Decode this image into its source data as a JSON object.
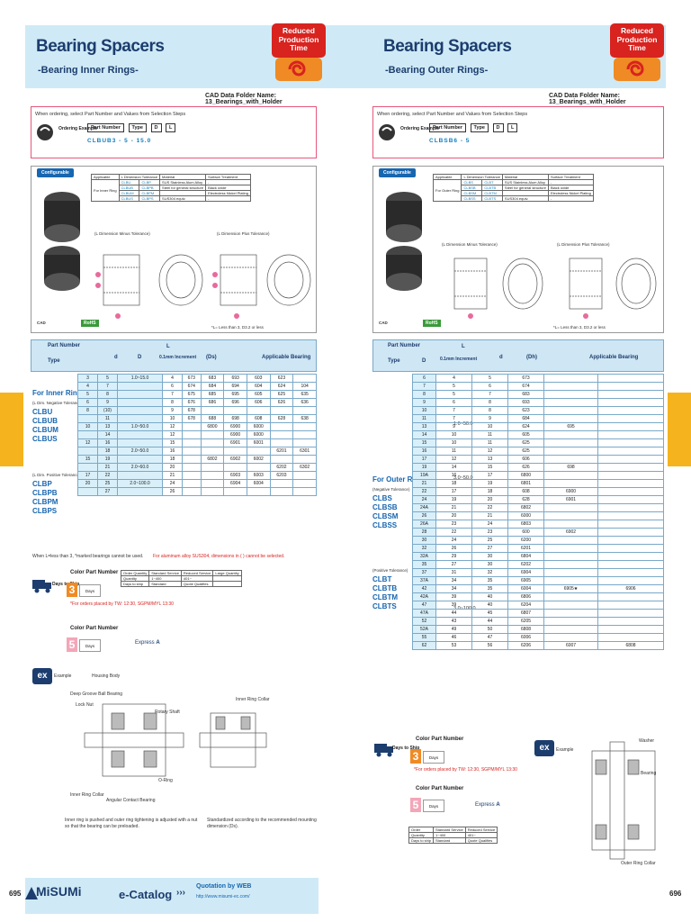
{
  "badge_text": "Reduced\nProduction\nTime",
  "cad_folder": "CAD Data Folder Name: 13_Bearings_with_Holder",
  "ordering_note": "When ordering, select Part Number and Values from Selection Steps",
  "ordering_label": "Ordering Example",
  "part_number_label": "Part Number",
  "cad_label": "CAD",
  "rohs": "RoHS",
  "configurable": "Configurable",
  "applicable_bearing": "Applicable Bearing",
  "increment": "0.1mm Increment",
  "color_part_number": "Color Part Number",
  "days_to_ship": "Days to Ship",
  "days": "Days",
  "express": "Express",
  "express_code": "A",
  "order_quantity": "Order Quantity",
  "days_of_ship": "Days to ship",
  "example": "Example",
  "left": {
    "title": "Bearing Spacers",
    "subtitle": "-Bearing Inner Rings-",
    "example_parts": [
      "CLBUB3",
      "5",
      "15.0"
    ],
    "pn_parts": [
      "Type",
      "D",
      "L"
    ],
    "spec_headers": [
      "Applicable",
      "L Dimension Tolerance",
      "Material",
      "Surface Treatment"
    ],
    "spec_rows": [
      [
        "CLBU",
        "CLBP",
        "SUS Stainless Alum Alloy",
        "-"
      ],
      [
        "CLBUB",
        "CLBPB",
        "Steel for general structure",
        "Black oxide"
      ],
      [
        "CLBUM",
        "CLBPM",
        "",
        "Electroless Nickel Plating"
      ],
      [
        "CLBUS",
        "CLBPS",
        "SUS304 equiv.",
        "-"
      ]
    ],
    "for_inner_ring": "For Inner Ring",
    "dim_minus": "(L Dimension Minus Tolerance)",
    "dim_plus": "(L Dimension Plus Tolerance)",
    "diagram_footnote": "*L= Less than 3, D3.2 or less",
    "groups": [
      {
        "title": "For Inner Ring",
        "note": "(L Dim. Negative Tolerance)",
        "types": [
          "CLBU",
          "CLBUB",
          "CLBUM",
          "CLBUS"
        ]
      },
      {
        "title": "",
        "note": "(L Dim. Positive Tolerance)",
        "types": [
          "CLBP",
          "CLBPB",
          "CLBPM",
          "CLBPS"
        ]
      }
    ],
    "table_headers": [
      "Part Number",
      "Type",
      "d",
      "D",
      "L",
      "(Ds)"
    ],
    "rows": [
      [
        "3",
        "5",
        "1.0~15.0",
        "4",
        "673",
        "683",
        "693",
        "603",
        "623",
        ""
      ],
      [
        "4",
        "7",
        "",
        "6",
        "674",
        "684",
        "694",
        "604",
        "624",
        "104"
      ],
      [
        "5",
        "8",
        "",
        "7",
        "675",
        "685",
        "695",
        "605",
        "625",
        "635"
      ],
      [
        "6",
        "9",
        "",
        "8",
        "676",
        "686",
        "696",
        "606",
        "626",
        "636"
      ],
      [
        "8",
        "(10)",
        "",
        "9",
        "678",
        "",
        "",
        "",
        "",
        ""
      ],
      [
        "",
        "11",
        "",
        "10",
        "678",
        "688",
        "698",
        "608",
        "628",
        "638"
      ],
      [
        "10",
        "13",
        "1.0~50.0",
        "12",
        "",
        "6800",
        "6900",
        "6000",
        "",
        ""
      ],
      [
        "",
        "14",
        "",
        "12",
        "",
        "",
        "6900",
        "6000",
        "",
        ""
      ],
      [
        "12",
        "16",
        "",
        "15",
        "",
        "",
        "6901",
        "6001",
        "",
        ""
      ],
      [
        "",
        "18",
        "2.0~50.0",
        "16",
        "",
        "",
        "",
        "",
        "6201",
        "6301"
      ],
      [
        "15",
        "19",
        "",
        "18",
        "",
        "6802",
        "6902",
        "6002",
        "",
        ""
      ],
      [
        "",
        "21",
        "2.0~60.0",
        "20",
        "",
        "",
        "",
        "",
        "6202",
        "6302"
      ],
      [
        "17",
        "22",
        "",
        "21",
        "",
        "",
        "6903",
        "6003",
        "6203",
        ""
      ],
      [
        "20",
        "25",
        "2.0~100.0",
        "24",
        "",
        "",
        "6904",
        "6004",
        "",
        ""
      ],
      [
        "",
        "27",
        "",
        "26",
        "",
        "",
        "",
        "",
        "",
        ""
      ]
    ],
    "footnote": "When L=less than 3, *marked bearings cannot be used.",
    "footnote2": "For aluminum alloy SUS304, dimensions in ( ) cannot be selected.",
    "days_num": "3",
    "days_num2": "5",
    "days_note": "*For orders placed by TW: 12:30, SGPM/MYL 13:30",
    "qty_headers": [
      "Order Quantity",
      "Standard Service",
      "Reduced Service",
      "Large Quantity"
    ],
    "qty_values": [
      "Quantity",
      "1~400",
      "401~"
    ],
    "ship_values": [
      "Days to ship",
      "Standard",
      "Quote Qualifies"
    ],
    "mount_labels": [
      "Housing Body",
      "Deep Groove Ball Bearing",
      "Lock Nut",
      "Rotary Shaft",
      "Inner Ring Collar",
      "Angular Contact Bearing",
      "O-Ring"
    ],
    "mount_caption": "Inner ring is pushed and outer ring tightening is adjusted with a nut so that the bearing can be preloaded.",
    "std_caption": "Standardized according to the recommended mounting dimension (Ds).",
    "inner_collar": "Inner Ring Collar",
    "page_num": "695"
  },
  "right": {
    "title": "Bearing Spacers",
    "subtitle": "-Bearing Outer Rings-",
    "example_parts": [
      "CLBSB6",
      "",
      "5"
    ],
    "pn_parts": [
      "Type",
      "D",
      "L"
    ],
    "spec_headers": [
      "Applicable",
      "L Dimension Tolerance",
      "Material",
      "Surface Treatment"
    ],
    "spec_rows": [
      [
        "CLBS",
        "CLBT",
        "SUS Stainless Alum Alloy",
        "-"
      ],
      [
        "CLBSB",
        "CLBTB",
        "Steel for general structure",
        "Black oxide"
      ],
      [
        "CLBSM",
        "CLBTM",
        "",
        "Electroless Nickel Plating"
      ],
      [
        "CLBSS",
        "CLBTS",
        "SUS304 equiv.",
        "-"
      ]
    ],
    "for_outer_ring": "For Outer Ring",
    "dim_minus": "(L Dimension Minus Tolerance)",
    "dim_plus": "(L Dimension Plus Tolerance)",
    "diagram_footnote": "*L= Less than 3, D3.2 or less",
    "groups": [
      {
        "title": "For Outer Ring",
        "note": "(Negative Tolerance)",
        "types": [
          "CLBS",
          "CLBSB",
          "CLBSM",
          "CLBSS"
        ]
      },
      {
        "title": "",
        "note": "(Positive Tolerance)",
        "types": [
          "CLBT",
          "CLBTB",
          "CLBTM",
          "CLBTS"
        ]
      }
    ],
    "table_headers": [
      "Part Number",
      "Type",
      "D",
      "L",
      "d",
      "(Dh)"
    ],
    "inc1": "1.0~50.0",
    "inc2": "3.0~50.0",
    "inc3": "3.0~100.0",
    "rows": [
      [
        "6",
        "4",
        "5",
        "673",
        "",
        ""
      ],
      [
        "7",
        "5",
        "6",
        "674",
        "",
        ""
      ],
      [
        "8",
        "5",
        "7",
        "683",
        "",
        ""
      ],
      [
        "9",
        "6",
        "8",
        "693",
        "",
        ""
      ],
      [
        "10",
        "7",
        "8",
        "623",
        "",
        ""
      ],
      [
        "11",
        "7",
        "9",
        "684",
        "",
        ""
      ],
      [
        "13",
        "9",
        "10",
        "624",
        "695",
        ""
      ],
      [
        "14",
        "10",
        "11",
        "605",
        "",
        ""
      ],
      [
        "15",
        "10",
        "11",
        "625",
        "",
        ""
      ],
      [
        "16",
        "11",
        "12",
        "625",
        "",
        ""
      ],
      [
        "17",
        "12",
        "13",
        "606",
        "",
        ""
      ],
      [
        "19",
        "14",
        "15",
        "626",
        "698",
        ""
      ],
      [
        "19A",
        "16",
        "17",
        "6800",
        "",
        ""
      ],
      [
        "21",
        "18",
        "19",
        "6801",
        "",
        ""
      ],
      [
        "22",
        "17",
        "18",
        "608",
        "6900",
        ""
      ],
      [
        "24",
        "19",
        "20",
        "628",
        "6901",
        ""
      ],
      [
        "24A",
        "21",
        "22",
        "6802",
        "",
        ""
      ],
      [
        "26",
        "20",
        "21",
        "6000",
        "",
        ""
      ],
      [
        "26A",
        "23",
        "24",
        "6803",
        "",
        ""
      ],
      [
        "28",
        "22",
        "23",
        "600",
        "6902",
        ""
      ],
      [
        "30",
        "24",
        "25",
        "6200",
        "",
        ""
      ],
      [
        "32",
        "26",
        "27",
        "6201",
        "",
        ""
      ],
      [
        "32A",
        "29",
        "30",
        "6804",
        "",
        ""
      ],
      [
        "35",
        "27",
        "30",
        "6202",
        "",
        ""
      ],
      [
        "37",
        "31",
        "32",
        "6904",
        "",
        ""
      ],
      [
        "37A",
        "34",
        "35",
        "6905",
        "",
        ""
      ],
      [
        "42",
        "34",
        "35",
        "6004",
        "6905★",
        "6906"
      ],
      [
        "42A",
        "39",
        "40",
        "6806",
        "",
        ""
      ],
      [
        "47",
        "39",
        "40",
        "6204",
        "",
        ""
      ],
      [
        "47A",
        "44",
        "45",
        "6807",
        "",
        ""
      ],
      [
        "52",
        "43",
        "44",
        "6205",
        "",
        ""
      ],
      [
        "52A",
        "49",
        "50",
        "6808",
        "",
        ""
      ],
      [
        "55",
        "46",
        "47",
        "6006",
        "",
        ""
      ],
      [
        "62",
        "53",
        "56",
        "6206",
        "6007",
        "6808"
      ]
    ],
    "days_num": "3",
    "days_num2": "5",
    "days_note": "*For orders placed by TW: 12:30, SGPM/MYL 13:30",
    "qty_headers": [
      "Order",
      "Standard Service",
      "Reduced Service"
    ],
    "qty_values": [
      "Quantity",
      "1~400",
      "401~"
    ],
    "ship_values": [
      "Days to ship",
      "Standard",
      "Quote Qualifies"
    ],
    "mount_labels": [
      "Washer",
      "Bearing",
      "Outer Ring Collar"
    ],
    "page_num": "696"
  },
  "footer": {
    "brand": "MiSUMi",
    "catalog": "e-Catalog",
    "arrows": "›››",
    "quote": "Quotation by WEB",
    "url": "http://www.misumi-ec.com/"
  },
  "colors": {
    "accent": "#1c3d6e",
    "band": "#cfeaf6",
    "badge": "#d8231f",
    "cyan": "#d9f0fa",
    "tab": "#f5b41e"
  }
}
